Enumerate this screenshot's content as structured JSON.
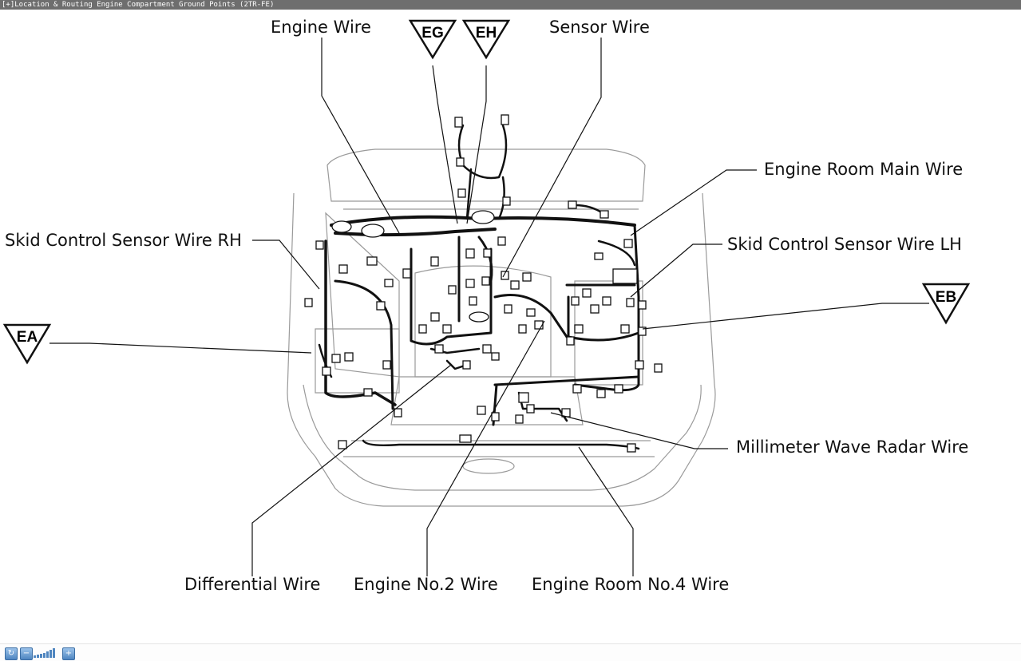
{
  "window": {
    "expand_toggle": "[+]",
    "title": "Location & Routing  Engine Compartment  Ground Points (2TR-FE)"
  },
  "diagram": {
    "labels": {
      "engine_wire": "Engine Wire",
      "sensor_wire": "Sensor Wire",
      "engine_room_main_wire": "Engine Room Main Wire",
      "skid_control_sensor_wire_rh": "Skid Control Sensor Wire RH",
      "skid_control_sensor_wire_lh": "Skid Control Sensor Wire LH",
      "millimeter_wave_radar_wire": "Millimeter Wave Radar Wire",
      "differential_wire": "Differential Wire",
      "engine_no2_wire": "Engine No.2 Wire",
      "engine_room_no4_wire": "Engine Room No.4 Wire"
    },
    "ground_points": {
      "eg": "EG",
      "eh": "EH",
      "ea": "EA",
      "eb": "EB"
    }
  },
  "toolbar": {
    "icons": [
      "refresh-icon",
      "zoom-out-icon",
      "zoom-level-indicator",
      "zoom-in-icon"
    ]
  },
  "colors": {
    "titlebar_bg": "#6e6e6e",
    "line": "#111111",
    "body_outline": "#9a9a9a",
    "toolbar_button": "#4f86c0"
  }
}
